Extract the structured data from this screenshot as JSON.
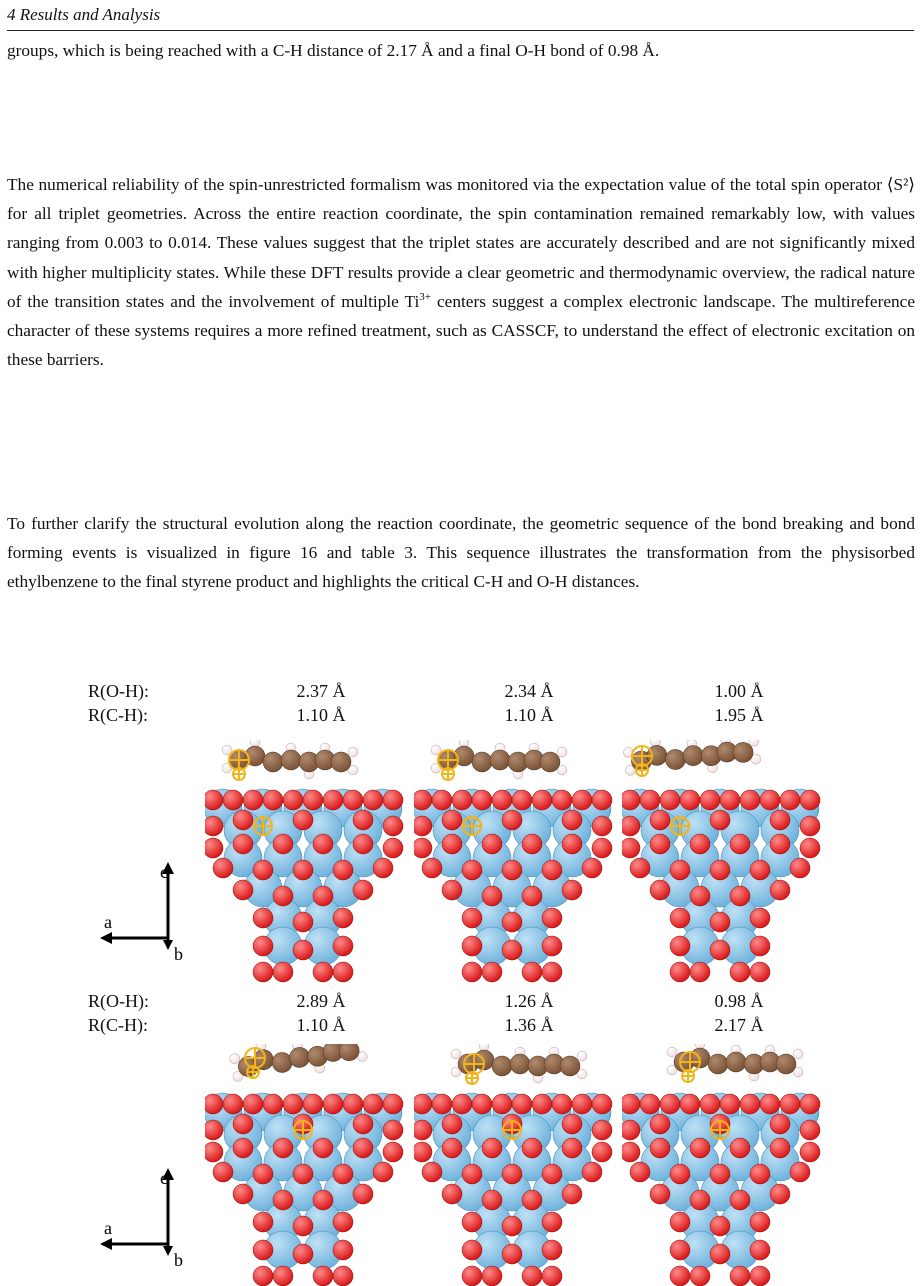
{
  "header": {
    "text": "4   Results and Analysis"
  },
  "paragraphs": {
    "p1": "groups, which is being reached with a C-H distance of 2.17 Å and a final O-H bond of 0.98 Å.",
    "p2a": "The numerical reliability of the spin-unrestricted formalism was monitored via the expectation value of the total spin operator ⟨S²⟩ for all triplet geometries. Across the entire reaction coordinate, the spin contamination remained remarkably low, with values ranging from 0.003 to 0.014. These values suggest that the triplet states are accurately described and are not significantly mixed with higher multiplicity states. While these DFT results provide a clear geometric and thermodynamic overview, the radical nature of the transition states and the involvement of multiple Ti",
    "p2sup": "3+",
    "p2b": " centers suggest a complex electronic landscape. The multireference character of these systems requires a more refined treatment, such as CASSCF, to understand the effect of electronic excitation on these barriers.",
    "p3": "To further clarify the structural evolution along the reaction coordinate, the geometric sequence of the bond breaking and bond forming events is visualized in figure 16 and table 3. This sequence illustrates the transformation from the physisorbed ethylbenzene to the final styrene product and highlights the critical C-H and O-H distances."
  },
  "figure": {
    "row_labels": {
      "oh": "R(O-H):",
      "ch": "R(C-H):"
    },
    "axis_labels": {
      "a": "a",
      "b": "b",
      "c": "c"
    },
    "rows": [
      {
        "oh": [
          "2.37 Å",
          "2.34 Å",
          "1.00 Å"
        ],
        "ch": [
          "1.10 Å",
          "1.10 Å",
          "1.95 Å"
        ]
      },
      {
        "oh": [
          "2.89 Å",
          "1.26 Å",
          "0.98 Å"
        ],
        "ch": [
          "1.10 Å",
          "1.36 Å",
          "2.17 Å"
        ]
      }
    ]
  },
  "colors": {
    "ti": "#6fb2dc",
    "o": "#d81616",
    "c": "#7a5236",
    "h": "#f1dede",
    "marker": "#f2b417"
  }
}
